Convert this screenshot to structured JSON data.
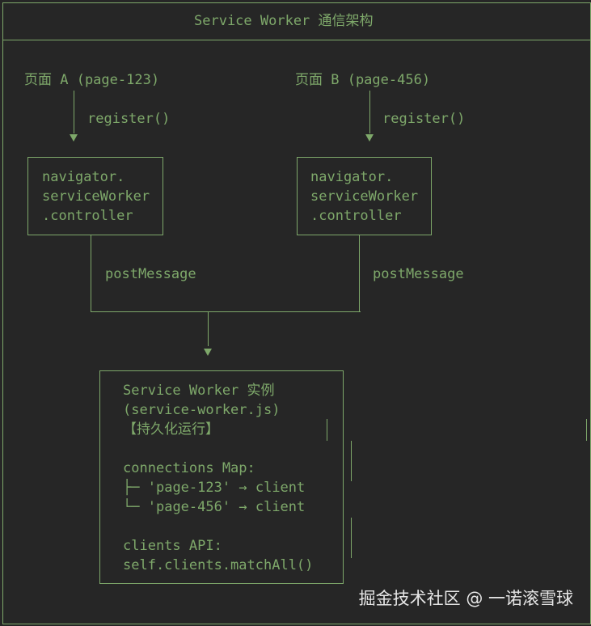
{
  "title": "Service Worker 通信架构",
  "pages": [
    {
      "label": "页面 A (page-123)",
      "call": "register()",
      "controller_lines": [
        "navigator.",
        "serviceWorker",
        ".controller"
      ],
      "message": "postMessage"
    },
    {
      "label": "页面 B (page-456)",
      "call": "register()",
      "controller_lines": [
        "navigator.",
        "serviceWorker",
        ".controller"
      ],
      "message": "postMessage"
    }
  ],
  "worker": {
    "title": "Service Worker 实例",
    "file": "(service-worker.js)",
    "persist": "【持久化运行】",
    "connections_label": "connections Map:",
    "connections": [
      {
        "branch": "├─",
        "key": "'page-123'",
        "arrow": "→",
        "value": "client"
      },
      {
        "branch": "└─",
        "key": "'page-456'",
        "arrow": "→",
        "value": "client"
      }
    ],
    "clients_label": "clients API:",
    "clients_call": "self.clients.matchAll()"
  },
  "watermark": "掘金技术社区 @ 一诺滚雪球"
}
